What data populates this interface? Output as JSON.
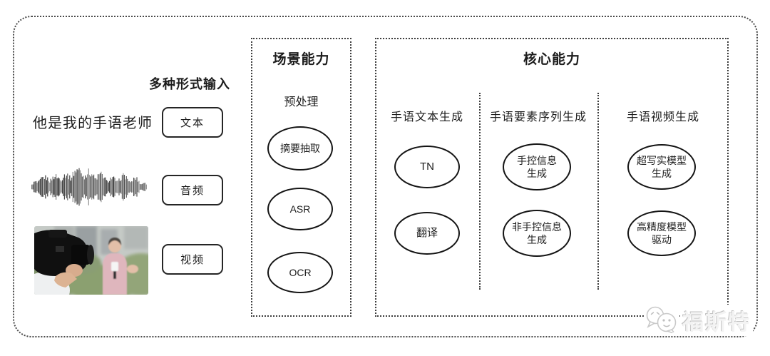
{
  "input_section": {
    "title": "多种形式输入",
    "text_sample": "他是我的手语老师",
    "buttons": [
      {
        "label": "文本"
      },
      {
        "label": "音频"
      },
      {
        "label": "视频"
      }
    ]
  },
  "scene_panel": {
    "title": "场景能力",
    "stage_label": "预处理",
    "nodes": [
      {
        "lines": [
          "摘要抽取"
        ]
      },
      {
        "lines": [
          "ASR"
        ]
      },
      {
        "lines": [
          "OCR"
        ]
      }
    ]
  },
  "core_panel": {
    "title": "核心能力",
    "columns": [
      {
        "header": "手语文本生成",
        "nodes": [
          {
            "lines": [
              "TN"
            ]
          },
          {
            "lines": [
              "翻译"
            ]
          }
        ]
      },
      {
        "header": "手语要素序列生成",
        "nodes": [
          {
            "lines": [
              "手控信息",
              "生成"
            ]
          },
          {
            "lines": [
              "非手控信息",
              "生成"
            ]
          }
        ]
      },
      {
        "header": "手语视频生成",
        "nodes": [
          {
            "lines": [
              "超写实模型",
              "生成"
            ]
          },
          {
            "lines": [
              "高精度模型",
              "驱动"
            ]
          }
        ]
      }
    ]
  },
  "watermark": {
    "brand": "福斯特",
    "logo": "chat-bubbles-logo"
  },
  "colors": {
    "ink": "#1c1c1c",
    "dotted_border": "#3d3d3d",
    "watermark_gray": "#c9c9c9"
  }
}
